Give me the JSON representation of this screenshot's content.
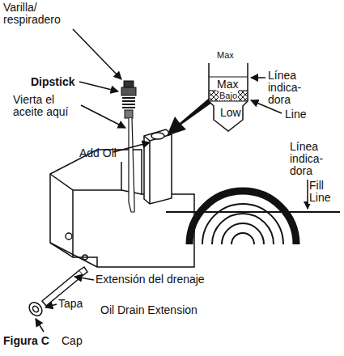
{
  "diagram": {
    "labels": [
      "Varilla/ respiradero",
      "Dipstick",
      "Vierta el aceite aquí",
      "Add Oil",
      "Max",
      "Max",
      "Bajo",
      "Low",
      "Línea indica- dora",
      "Line",
      "Línea indica- dora",
      "Fill Line",
      "Extensión del drenaje",
      "Tapa",
      "Oil Drain Extension",
      "Figura C",
      "Cap"
    ]
  }
}
